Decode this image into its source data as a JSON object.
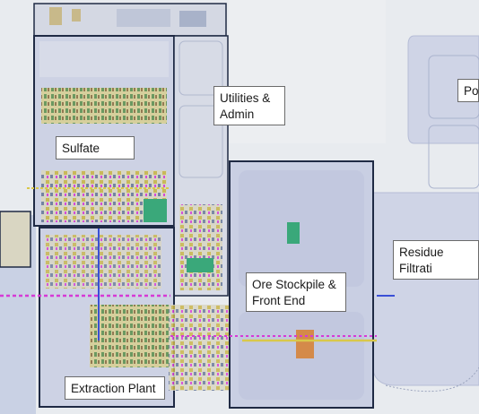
{
  "areas": {
    "sulfate_plant": "Sulfate Plant",
    "utilities_admin": "Utilities &\nAdmin",
    "ore_stockpile": "Ore Stockpile &\nFront End",
    "residue_filtration": "Residue Filtrati\n& Stockpile",
    "extraction_plant": "Extraction Plant",
    "partial_label": "Po"
  },
  "colors": {
    "background": "#e8ebef",
    "pad": "#cfd4e6",
    "boundary": "#1f2a44",
    "pipe_magenta": "#d63ad6",
    "pipe_blue": "#3a4fd6",
    "equipment_yellow": "#d9c84a",
    "equipment_green": "#3aa87a"
  }
}
